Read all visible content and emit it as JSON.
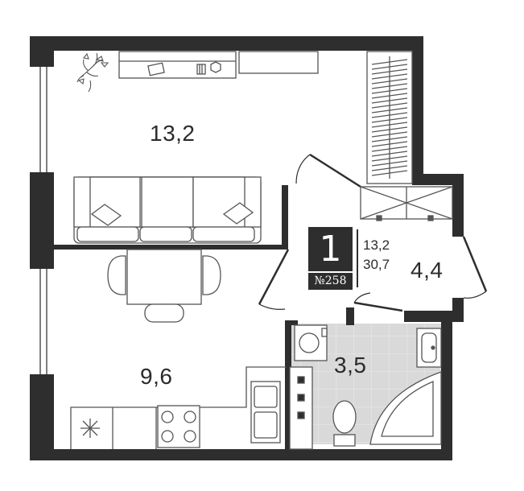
{
  "rooms": [
    {
      "id": "living",
      "area": "13,2"
    },
    {
      "id": "kitchen",
      "area": "9,6"
    },
    {
      "id": "hall",
      "area": "4,4"
    },
    {
      "id": "bathroom",
      "area": "3,5"
    }
  ],
  "badge": {
    "room_count": "1",
    "unit_number": "№258"
  },
  "summary": {
    "living_area": "13,2",
    "total_area": "30,7"
  },
  "colors": {
    "wall": "#2e2e2e",
    "line": "#555555",
    "tile_floor": "#d9d9d9",
    "background": "#ffffff"
  }
}
